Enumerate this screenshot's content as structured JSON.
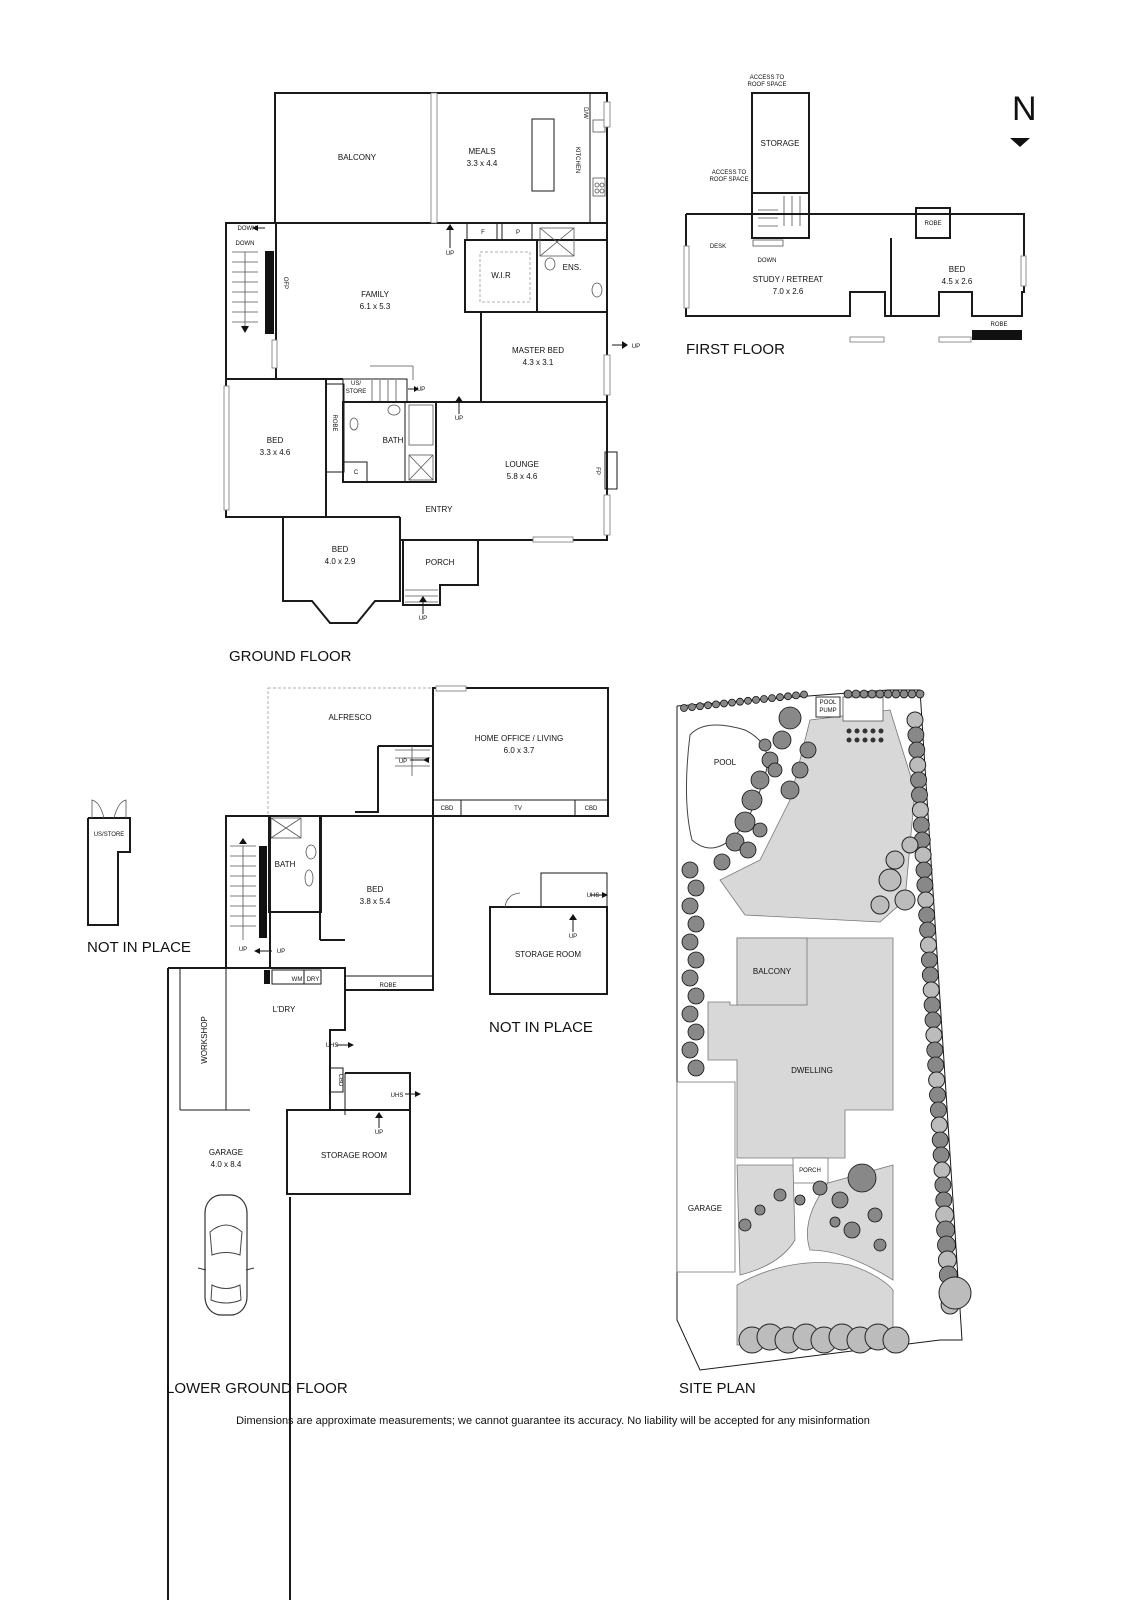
{
  "north": "N",
  "disclaimer": "Dimensions are approximate measurements; we cannot guarantee its accuracy. No liability will be accepted for any misinformation",
  "floors": {
    "ground": {
      "title": "GROUND FLOOR",
      "rooms": {
        "balcony": "BALCONY",
        "meals": "MEALS",
        "meals_dim": "3.3 x 4.4",
        "kitchen": "KITCHEN",
        "dw": "D/W",
        "f": "F",
        "p": "P",
        "down": "DOWN",
        "down2": "DOWN",
        "ofp": "OFP",
        "family": "FAMILY",
        "family_dim": "6.1 x 5.3",
        "up": "UP",
        "wir": "W.I.R",
        "ens": "ENS.",
        "master": "MASTER BED",
        "master_dim": "4.3 x 3.1",
        "us_store": "US/\nSTORE",
        "us_store_a": "US/",
        "us_store_b": "STORE",
        "up2": "UP",
        "up3": "UP",
        "up4": "UP",
        "bed": "BED",
        "bed_dim": "3.3 x 4.6",
        "robe": "ROBE",
        "bath": "BATH",
        "c": "C",
        "lounge": "LOUNGE",
        "lounge_dim": "5.8 x 4.6",
        "fp": "FP",
        "entry": "ENTRY",
        "bed2": "BED",
        "bed2_dim": "4.0 x 2.9",
        "porch": "PORCH",
        "up5": "UP"
      }
    },
    "first": {
      "title": "FIRST FLOOR",
      "rooms": {
        "access1a": "ACCESS TO",
        "access1b": "ROOF SPACE",
        "storage": "STORAGE",
        "access2a": "ACCESS TO",
        "access2b": "ROOF SPACE",
        "desk": "DESK",
        "down": "DOWN",
        "study": "STUDY / RETREAT",
        "study_dim": "7.0 x 2.6",
        "robe": "ROBE",
        "bed": "BED",
        "bed_dim": "4.5 x 2.6",
        "robe2": "ROBE"
      }
    },
    "lower": {
      "title": "LOWER GROUND FLOOR",
      "rooms": {
        "alfresco": "ALFRESCO",
        "office": "HOME OFFICE / LIVING",
        "office_dim": "6.0 x 3.7",
        "up": "UP",
        "cbd": "CBD",
        "tv": "TV",
        "cbd2": "CBD",
        "bath": "BATH",
        "bed": "BED",
        "bed_dim": "3.8 x 5.4",
        "up2": "UP",
        "up3": "UP",
        "wm": "WM",
        "dry": "DRY",
        "robe": "ROBE",
        "ldry": "L'DRY",
        "uhs": "UHS",
        "cbd3": "CBD",
        "uhs2": "UHS",
        "up4": "UP",
        "workshop": "WORKSHOP",
        "storage": "STORAGE ROOM",
        "garage": "GARAGE",
        "garage_dim": "4.0 x 8.4"
      }
    },
    "not_in_place_1": {
      "title": "NOT IN PLACE",
      "us_store": "US/STORE"
    },
    "not_in_place_2": {
      "title": "NOT IN PLACE",
      "storage": "STORAGE ROOM",
      "uhs": "UHS",
      "up": "UP"
    },
    "site": {
      "title": "SITE PLAN",
      "labels": {
        "pool": "POOL",
        "pump_a": "POOL",
        "pump_b": "PUMP",
        "balcony": "BALCONY",
        "dwelling": "DWELLING",
        "porch": "PORCH",
        "garage": "GARAGE"
      }
    }
  }
}
